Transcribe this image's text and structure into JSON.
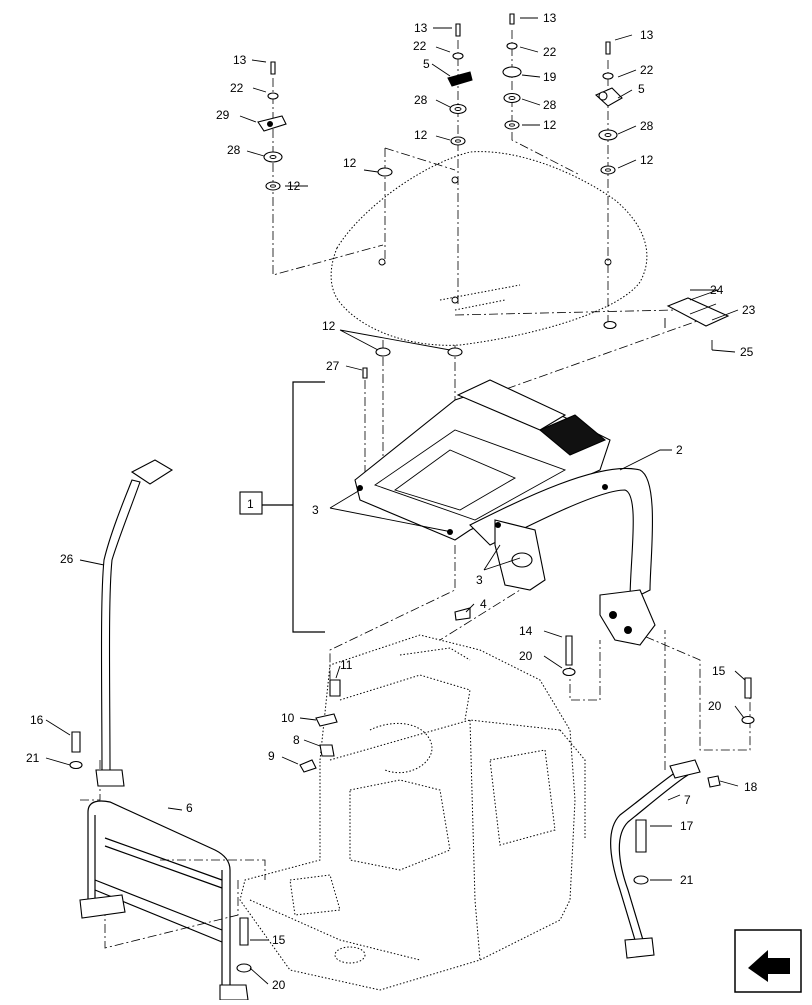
{
  "callouts": [
    {
      "id": "c13a",
      "text": "13"
    },
    {
      "id": "c22a",
      "text": "22"
    },
    {
      "id": "c29",
      "text": "29"
    },
    {
      "id": "c28a",
      "text": "28"
    },
    {
      "id": "c12a",
      "text": "12"
    },
    {
      "id": "c13b",
      "text": "13"
    },
    {
      "id": "c22b",
      "text": "22"
    },
    {
      "id": "c5a",
      "text": "5"
    },
    {
      "id": "c28b",
      "text": "28"
    },
    {
      "id": "c12b",
      "text": "12"
    },
    {
      "id": "c13c",
      "text": "13"
    },
    {
      "id": "c22c",
      "text": "22"
    },
    {
      "id": "c19",
      "text": "19"
    },
    {
      "id": "c28c",
      "text": "28"
    },
    {
      "id": "c12c",
      "text": "12"
    },
    {
      "id": "c13d",
      "text": "13"
    },
    {
      "id": "c22d",
      "text": "22"
    },
    {
      "id": "c5b",
      "text": "5"
    },
    {
      "id": "c28d",
      "text": "28"
    },
    {
      "id": "c12d",
      "text": "12"
    },
    {
      "id": "c12e",
      "text": "12"
    },
    {
      "id": "c12f",
      "text": "12"
    },
    {
      "id": "c24",
      "text": "24"
    },
    {
      "id": "c23",
      "text": "23"
    },
    {
      "id": "c25",
      "text": "25"
    },
    {
      "id": "c27",
      "text": "27"
    },
    {
      "id": "c2",
      "text": "2"
    },
    {
      "id": "c3a",
      "text": "3"
    },
    {
      "id": "c3b",
      "text": "3"
    },
    {
      "id": "c4",
      "text": "4"
    },
    {
      "id": "c26",
      "text": "26"
    },
    {
      "id": "c14",
      "text": "14"
    },
    {
      "id": "c20a",
      "text": "20"
    },
    {
      "id": "c11",
      "text": "11"
    },
    {
      "id": "c10",
      "text": "10"
    },
    {
      "id": "c8",
      "text": "8"
    },
    {
      "id": "c9",
      "text": "9"
    },
    {
      "id": "c16",
      "text": "16"
    },
    {
      "id": "c21a",
      "text": "21"
    },
    {
      "id": "c15a",
      "text": "15"
    },
    {
      "id": "c20b",
      "text": "20"
    },
    {
      "id": "c18",
      "text": "18"
    },
    {
      "id": "c7",
      "text": "7"
    },
    {
      "id": "c17",
      "text": "17"
    },
    {
      "id": "c21b",
      "text": "21"
    },
    {
      "id": "c6",
      "text": "6"
    },
    {
      "id": "c15b",
      "text": "15"
    },
    {
      "id": "c20c",
      "text": "20"
    }
  ],
  "assembly_box_label": "1",
  "icons": {
    "nav": "arrow-icon"
  }
}
